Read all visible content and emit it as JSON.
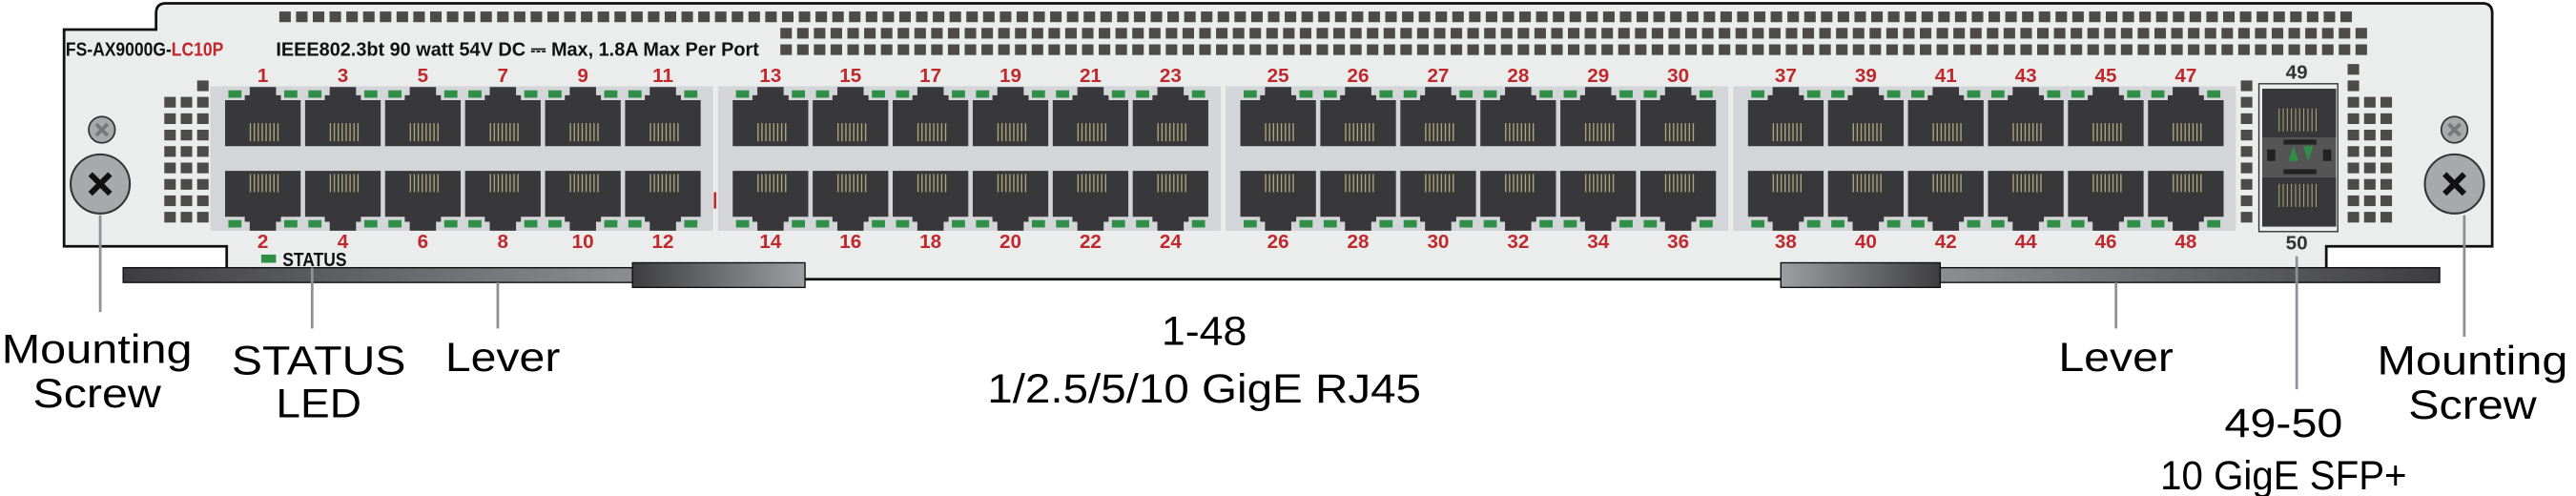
{
  "header": {
    "model_prefix": "FS-AX9000G-",
    "model_suffix": "LC10P",
    "poe_spec": "IEEE802.3bt 90 watt 54V DC ⎓ Max, 1.8A Max Per Port"
  },
  "port_groups": [
    {
      "top": [
        "1",
        "3",
        "5",
        "7",
        "9",
        "11"
      ],
      "bottom": [
        "2",
        "4",
        "6",
        "8",
        "10",
        "12"
      ]
    },
    {
      "top": [
        "13",
        "15",
        "17",
        "19",
        "21",
        "23"
      ],
      "bottom": [
        "14",
        "16",
        "18",
        "20",
        "22",
        "24"
      ]
    },
    {
      "top": [
        "25",
        "26",
        "27",
        "28",
        "29",
        "30"
      ],
      "bottom": [
        "26",
        "28",
        "30",
        "32",
        "34",
        "36"
      ]
    },
    {
      "top": [
        "37",
        "39",
        "41",
        "43",
        "45",
        "47"
      ],
      "bottom": [
        "38",
        "40",
        "42",
        "44",
        "46",
        "48"
      ]
    }
  ],
  "sfp": {
    "top": "49",
    "bottom": "50"
  },
  "status_label": "STATUS",
  "callouts": {
    "mounting_screw_left": {
      "line1": "Mounting",
      "line2": "Screw"
    },
    "status_led": {
      "line1": "STATUS",
      "line2": "LED"
    },
    "lever_left": "Lever",
    "rj45_range": "1-48",
    "rj45_speed": "1/2.5/5/10 GigE RJ45",
    "lever_right": "Lever",
    "sfp_range": "49-50",
    "sfp_speed": "10 GigE SFP+",
    "mounting_screw_right": {
      "line1": "Mounting",
      "line2": "Screw"
    }
  },
  "colors": {
    "panel": "#ebeded",
    "port_group_bg": "#d4d5d8",
    "jack": "#38383a",
    "led": "#2f8f46",
    "pins": "#aaa67a",
    "vent": "#4d4a4a",
    "label_red": "#c0282b",
    "screw": "#a8a9ab"
  }
}
